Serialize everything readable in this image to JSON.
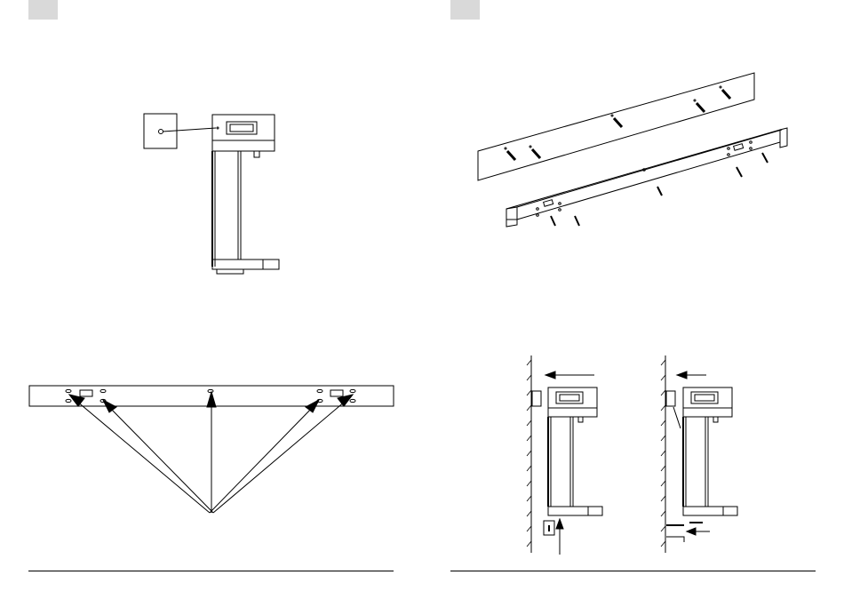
{
  "pages": [
    {
      "side": "left",
      "step_badge": "",
      "figures": [
        "side-view-heater-with-wall-plate",
        "mounting-bracket-with-hole-callouts"
      ]
    },
    {
      "side": "right",
      "step_badge": "",
      "figures": [
        "bracket-wall-anchor-exploded-view",
        "slide-onto-bracket-view",
        "fix-bottom-screw-view"
      ]
    }
  ],
  "colors": {
    "line": "#000000",
    "badge": "#d9d9d9",
    "background": "#ffffff"
  }
}
